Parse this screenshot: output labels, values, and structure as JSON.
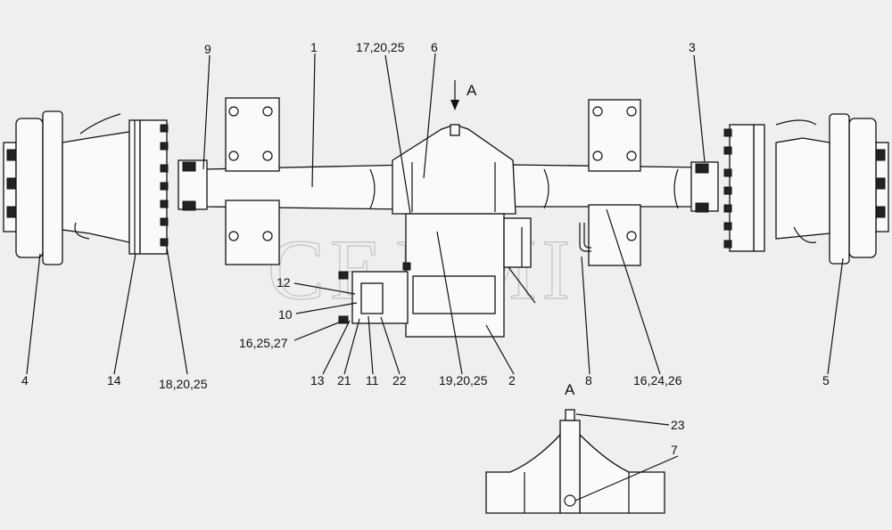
{
  "watermark": "CEJIMI",
  "view_label": "A",
  "section_label": "A",
  "callouts": [
    "9",
    "1",
    "17,20,25",
    "6",
    "3",
    "12",
    "10",
    "16,25,27",
    "4",
    "14",
    "18,20,25",
    "13",
    "21",
    "11",
    "22",
    "19,20,25",
    "2",
    "8",
    "16,24,26",
    "5",
    "23",
    "7"
  ]
}
